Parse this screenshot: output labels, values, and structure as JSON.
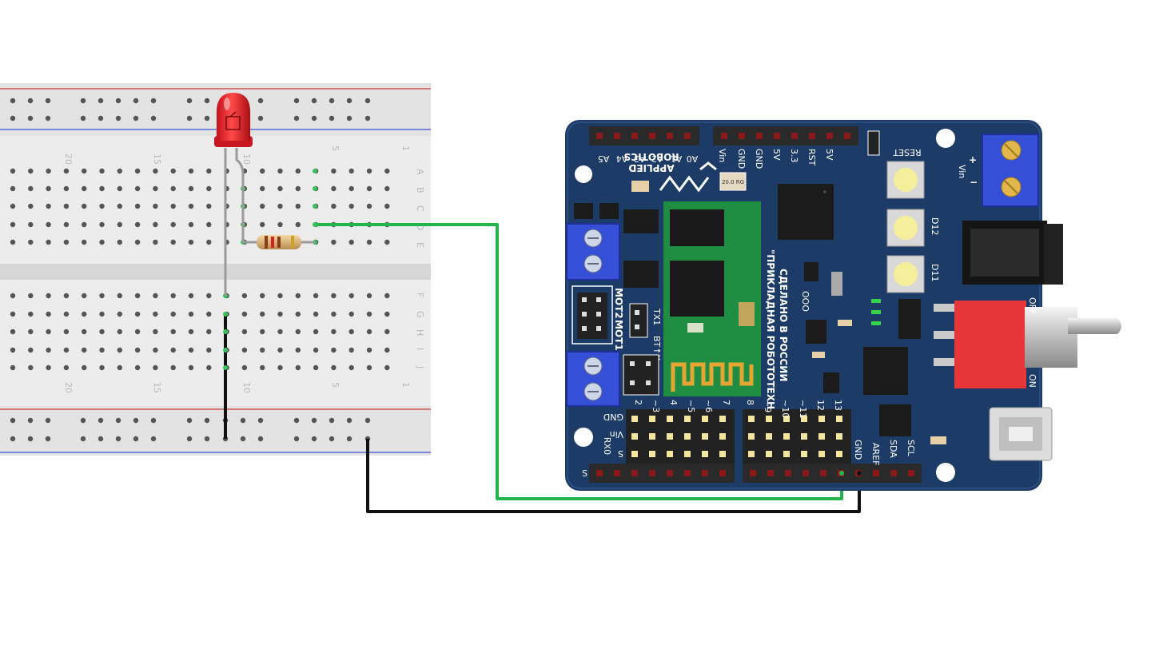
{
  "breadboard": {
    "column_numbers": [
      "20",
      "15",
      "10",
      "5",
      "1"
    ],
    "row_letters": [
      "A",
      "B",
      "C",
      "D",
      "E",
      "F",
      "G",
      "H",
      "I",
      "J"
    ]
  },
  "board": {
    "header_top_left": [
      "A0",
      "A1",
      "A2",
      "A3",
      "A4",
      "A5"
    ],
    "header_top_right": [
      "Vin",
      "GND",
      "GND",
      "5V",
      "3.3",
      "RST",
      "5V"
    ],
    "logo_line1": "APPLIED",
    "logo_line2": "ROBOTICS",
    "chip_label": "20.0 RG",
    "caption_line1": "\"ПРИКЛАДНАЯ РОБОТОТЕХНИКА\"",
    "caption_line2": "СДЕЛАНО В РОССИИ",
    "ooo": "ООО",
    "reset": "RESET",
    "d12": "D12",
    "d11": "D11",
    "vin_right": "Vin",
    "plus": "+",
    "minus": "−",
    "mot2": "MOT2",
    "mot1": "MOT1",
    "btx": "BT↑X",
    "tx1": "TX1",
    "off": "OFF",
    "on": "ON",
    "row_left_labels": [
      "GND",
      "Vin",
      "S"
    ],
    "rx0": "RX0",
    "s_label": "S",
    "digital_left": [
      "2",
      "~3",
      "4",
      "~5",
      "~6",
      "7"
    ],
    "digital_right": [
      "8",
      "~9",
      "~10",
      "~11",
      "12",
      "13"
    ],
    "gnd_bottom": "GND",
    "aref": "AREF",
    "sda": "SDA",
    "scl": "SCL"
  }
}
